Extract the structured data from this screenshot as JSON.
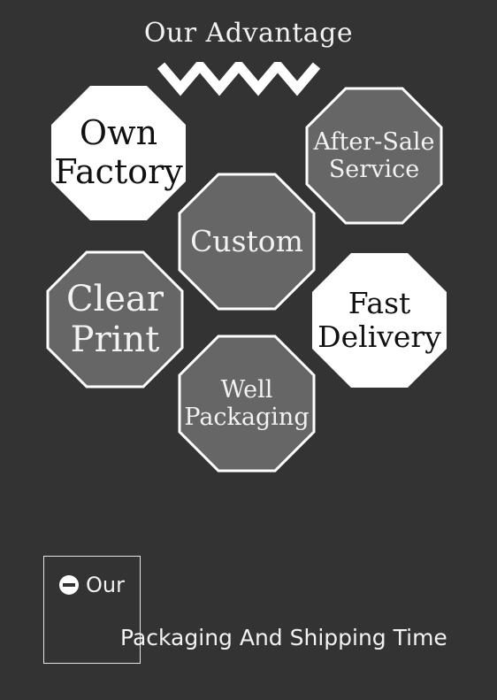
{
  "title": "Our Advantage",
  "advantages": [
    {
      "line1": "Own",
      "line2": "Factory"
    },
    {
      "line1": "After-Sale",
      "line2": "Service"
    },
    {
      "line1": "Custom",
      "line2": ""
    },
    {
      "line1": "Clear",
      "line2": "Print"
    },
    {
      "line1": "Fast",
      "line2": "Delivery"
    },
    {
      "line1": "Well",
      "line2": "Packaging"
    }
  ],
  "footer": {
    "icon": "minus-circle-icon",
    "label": "Our",
    "subtitle": "Packaging And Shipping Time"
  },
  "colors": {
    "background": "#333333",
    "light_tile": "#ffffff",
    "dark_tile": "#666666",
    "text_dark": "#111111",
    "text_light": "#f2f2f2"
  }
}
